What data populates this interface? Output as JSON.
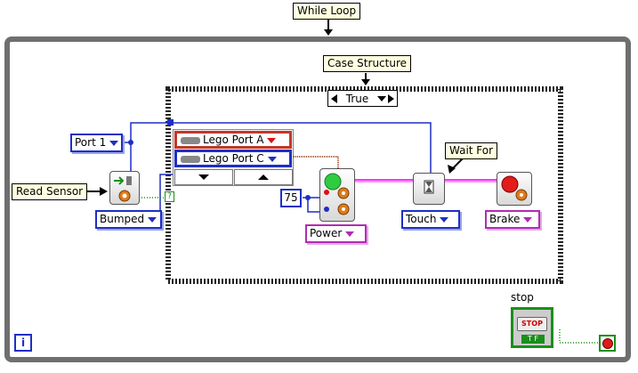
{
  "loop": {
    "label": "While Loop",
    "iteration_terminal": "i"
  },
  "case_structure": {
    "label": "Case Structure",
    "selector_value": "True"
  },
  "read_sensor": {
    "label": "Read Sensor",
    "port_value": "Port 1",
    "mode_value": "Bumped",
    "bool_terminal": "?"
  },
  "motor_ports": {
    "items": [
      "Lego Port A",
      "Lego Port C"
    ]
  },
  "power": {
    "constant": "75",
    "label": "Power"
  },
  "wait_for": {
    "label": "Wait For",
    "mode_value": "Touch"
  },
  "brake": {
    "label": "Brake"
  },
  "stop": {
    "label": "stop",
    "button_text": "STOP",
    "tf": "T F"
  },
  "colors": {
    "loop_border": "#6f6f6f",
    "wire_blue": "#1e2fc4",
    "wire_pink": "#ff33ff",
    "wire_green": "#1a8f1a",
    "wire_orange": "#a0522d",
    "label_bg": "#ffffe1"
  }
}
